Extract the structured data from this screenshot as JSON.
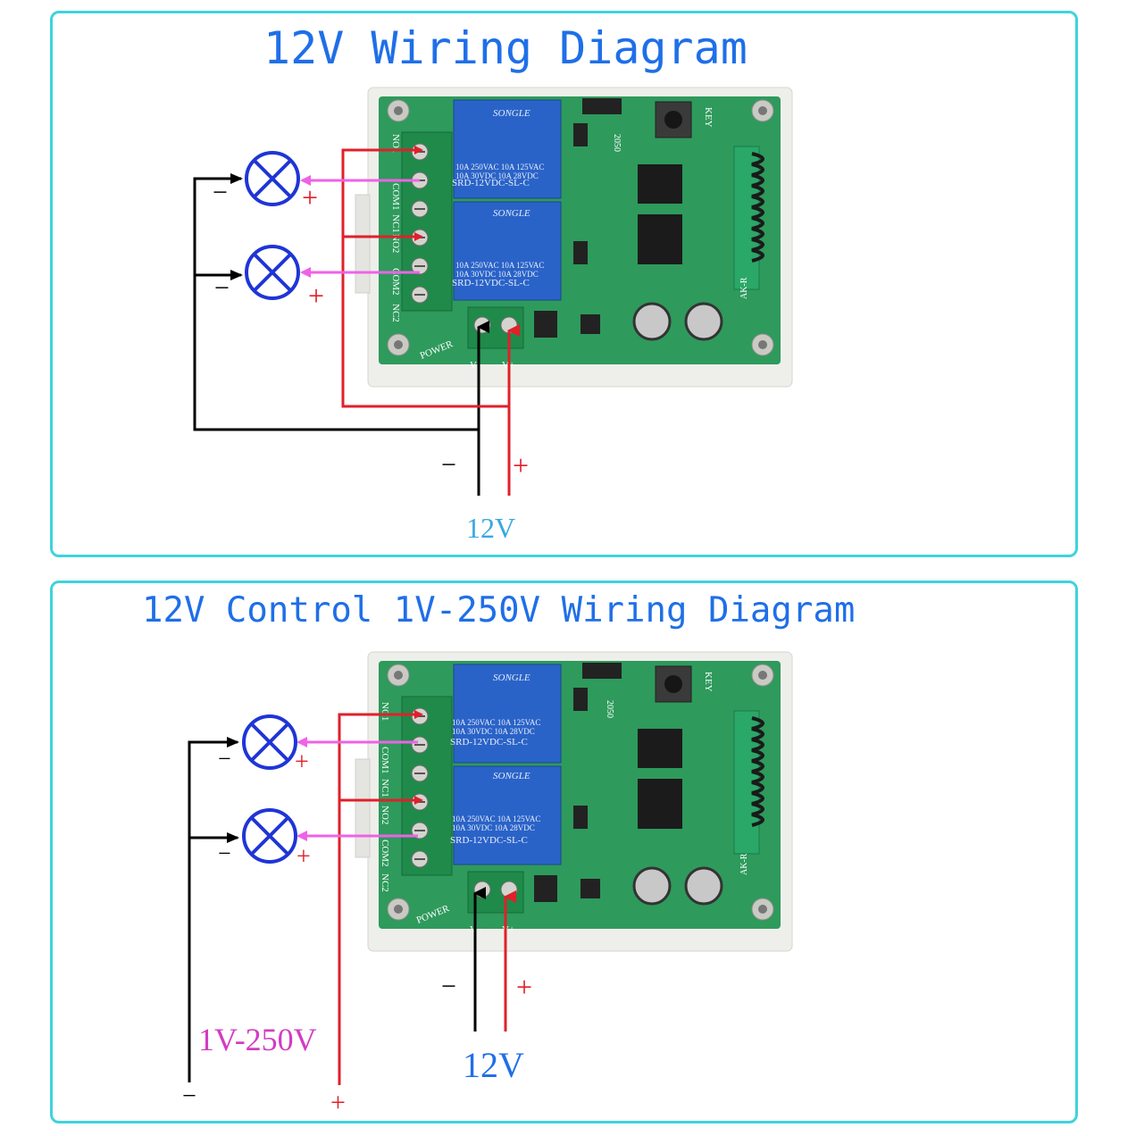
{
  "panels": [
    {
      "title": "12V Wiring Diagram",
      "supply_label": "12V",
      "minus": "−",
      "plus": "+"
    },
    {
      "title": "12V Control 1V-250V Wiring Diagram",
      "supply_label": "12V",
      "load_supply_label": "1V-250V",
      "minus": "−",
      "plus": "+"
    }
  ],
  "board": {
    "relay_brand": "SONGLE",
    "relay_rating_1": "10A 250VAC  10A 125VAC",
    "relay_rating_2": "10A 30VDC   10A 28VDC",
    "relay_model": "SRD-12VDC-SL-C",
    "terminals": [
      "NO1",
      "COM1",
      "NC1",
      "NO2",
      "COM2",
      "NC2"
    ],
    "power_label": "POWER",
    "v_minus": "V−",
    "v_plus": "V+",
    "key_label": "KEY",
    "module_label": "AK-R",
    "chip_label": "2050"
  },
  "colors": {
    "title": "#1f6fe8",
    "frame": "#3fd3dc",
    "positive_wire": "#e0202a",
    "load_wire": "#ef62e6",
    "negative_wire": "#000000",
    "lamp": "#1f35d6",
    "board": "#2e9a5c"
  }
}
